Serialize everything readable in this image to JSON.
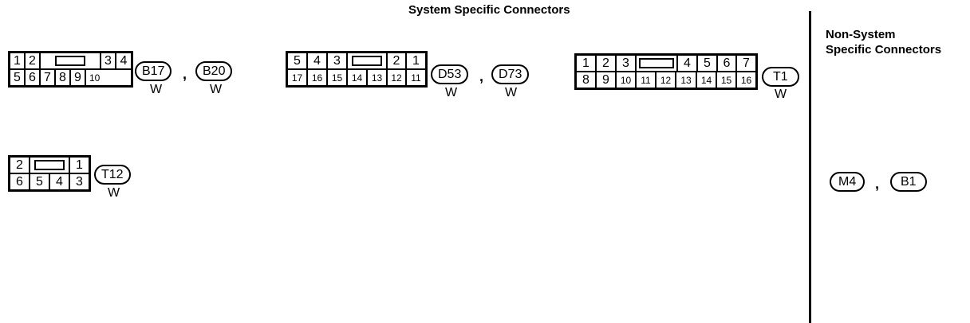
{
  "titles": {
    "system": "System Specific Connectors",
    "non_system_line1": "Non-System",
    "non_system_line2": "Specific Connectors"
  },
  "connectors": {
    "c1": {
      "top": [
        "1",
        "2",
        "",
        "3",
        "4"
      ],
      "bottom": [
        "5",
        "6",
        "7",
        "8",
        "9",
        "10"
      ],
      "names": [
        "B17",
        "B20"
      ],
      "colors": [
        "W",
        "W"
      ]
    },
    "c2": {
      "top": [
        "5",
        "4",
        "3",
        "",
        "2",
        "1"
      ],
      "bottom": [
        "17",
        "16",
        "15",
        "14",
        "13",
        "12",
        "11"
      ],
      "names": [
        "D53",
        "D73"
      ],
      "colors": [
        "W",
        "W"
      ]
    },
    "c3": {
      "top": [
        "1",
        "2",
        "3",
        "",
        "4",
        "5",
        "6",
        "7"
      ],
      "bottom": [
        "8",
        "9",
        "10",
        "11",
        "12",
        "13",
        "14",
        "15",
        "16"
      ],
      "names": [
        "T1"
      ],
      "colors": [
        "W"
      ]
    },
    "c4": {
      "top": [
        "2",
        "",
        "1"
      ],
      "bottom": [
        "6",
        "5",
        "4",
        "3"
      ],
      "names": [
        "T12"
      ],
      "colors": [
        "W"
      ]
    }
  },
  "separator": ",",
  "non_system": {
    "names": [
      "M4",
      "B1"
    ]
  }
}
